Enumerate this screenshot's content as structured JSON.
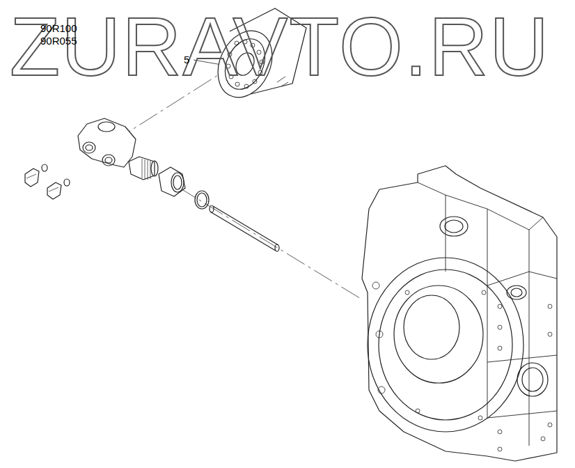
{
  "diagram": {
    "labels": [
      "ZURAVTO.RU",
      "90R100",
      "90R055",
      "5"
    ]
  }
}
